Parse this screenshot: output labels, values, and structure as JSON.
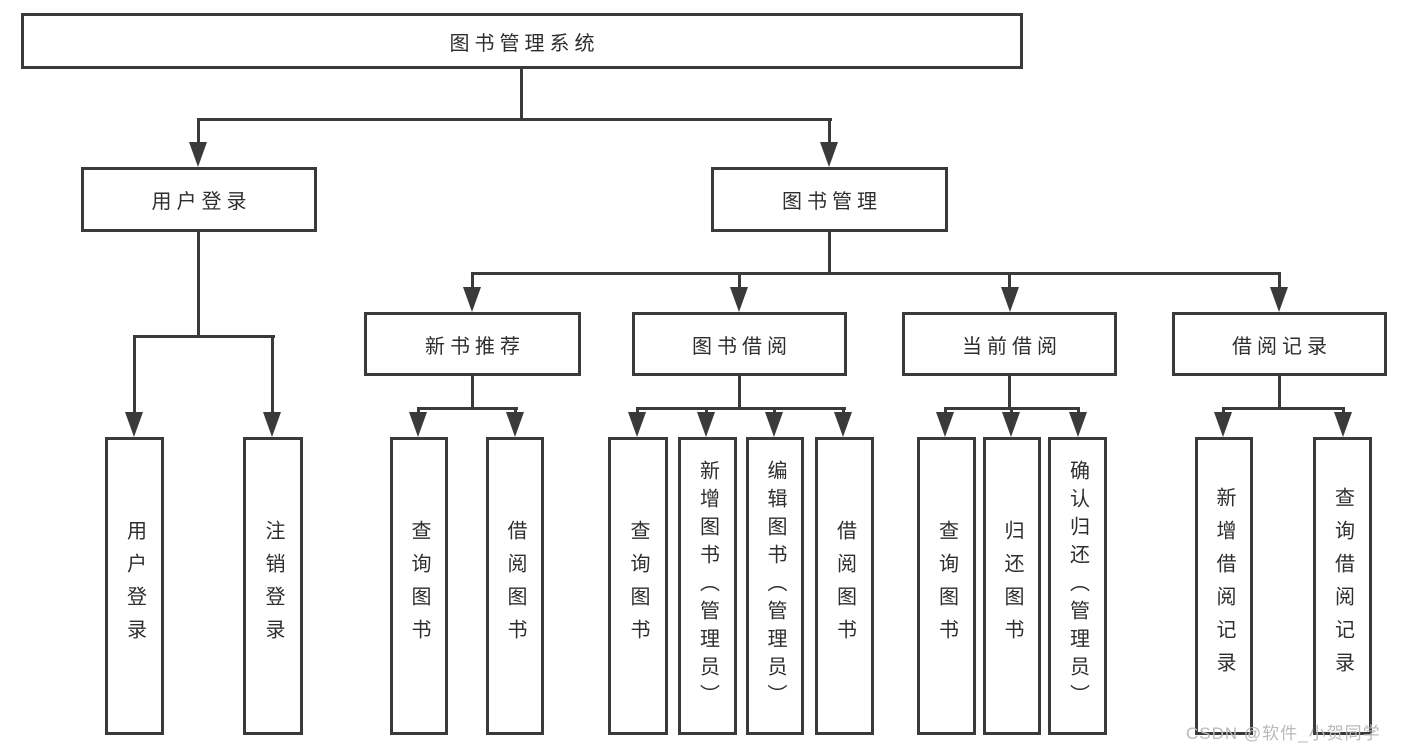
{
  "diagram": {
    "root": {
      "label": "图书管理系统"
    },
    "level2": {
      "user_login": {
        "label": "用户登录"
      },
      "book_mgmt": {
        "label": "图书管理"
      }
    },
    "level3": {
      "new_book_rec": {
        "label": "新书推荐"
      },
      "book_borrow": {
        "label": "图书借阅"
      },
      "current_borrow": {
        "label": "当前借阅"
      },
      "borrow_record": {
        "label": "借阅记录"
      }
    },
    "leaves": {
      "user_login": {
        "label": "用户登录"
      },
      "logout": {
        "label": "注销登录"
      },
      "rec_query_book": {
        "label": "查询图书"
      },
      "rec_borrow_book": {
        "label": "借阅图书"
      },
      "bb_query_book": {
        "label": "查询图书"
      },
      "bb_add_book": {
        "label": "新增图书（管理员）"
      },
      "bb_edit_book": {
        "label": "编辑图书（管理员）"
      },
      "bb_borrow_book": {
        "label": "借阅图书"
      },
      "cb_query_book": {
        "label": "查询图书"
      },
      "cb_return_book": {
        "label": "归还图书"
      },
      "cb_confirm_return": {
        "label": "确认归还（管理员）"
      },
      "br_add_record": {
        "label": "新增借阅记录"
      },
      "br_query_record": {
        "label": "查询借阅记录"
      }
    },
    "watermark": {
      "text": "CSDN @软件_小贺同学"
    },
    "colors": {
      "line": "#3a3a3a",
      "text": "#2e2e2e",
      "box_bg": "#ffffff",
      "background": "#ffffff",
      "watermark": "#b9b9b9"
    }
  }
}
